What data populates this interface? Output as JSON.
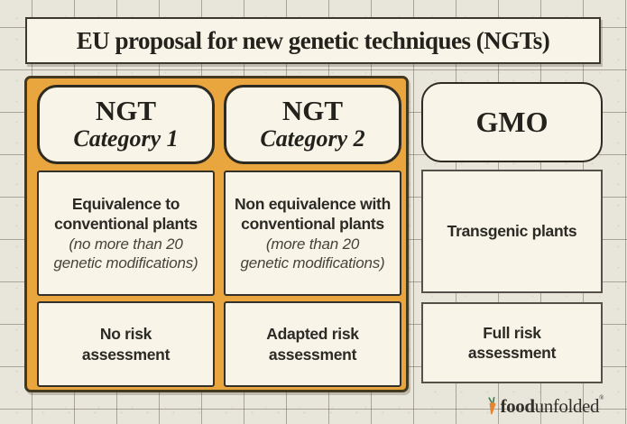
{
  "title": "EU proposal for new genetic techniques (NGTs)",
  "colors": {
    "background_paper": "#e8e5db",
    "grid_line": "#5c5748",
    "card_cream": "#f8f4e8",
    "accent_orange": "#e9a63e",
    "border_dark": "#34312a",
    "text_dark": "#2b2a24",
    "carrot_orange": "#e8832e",
    "carrot_green": "#3e7c4f"
  },
  "table": {
    "columns": [
      {
        "id": "ngt-category-1",
        "header_title": "NGT",
        "header_subtitle": "Category 1",
        "equivalence_main": "Equivalence to\nconventional plants",
        "equivalence_note": "(no more than 20\ngenetic modifications)",
        "risk": "No risk\nassessment"
      },
      {
        "id": "ngt-category-2",
        "header_title": "NGT",
        "header_subtitle": "Category 2",
        "equivalence_main": "Non equivalence with\nconventional plants",
        "equivalence_note": "(more than 20\ngenetic modifications)",
        "risk": "Adapted risk\nassessment"
      },
      {
        "id": "gmo",
        "header_title": "GMO",
        "equivalence_main": "Transgenic plants",
        "risk": "Full risk\nassessment"
      }
    ]
  },
  "logo": {
    "brand_bold": "food",
    "brand_regular": "unfolded",
    "trademark": "®",
    "icon": "carrot-icon"
  }
}
